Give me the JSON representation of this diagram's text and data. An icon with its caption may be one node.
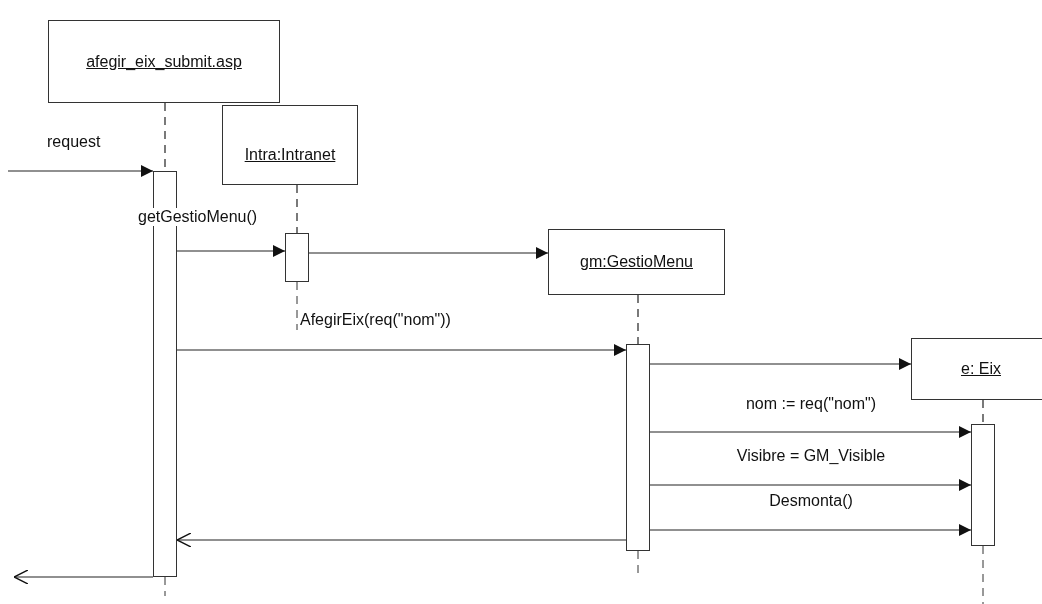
{
  "diagram": {
    "nodes": [
      {
        "text": [
          "afegir_eix_submit.asp"
        ]
      },
      {
        "text": [
          "Intra:Intranet"
        ]
      },
      {
        "text": [
          "gm:GestioMenu"
        ]
      },
      {
        "text": [
          "e: Eix"
        ]
      },
      {
        "text": [],
        "shape": "bar"
      },
      {
        "text": [],
        "shape": "bar"
      },
      {
        "text": [],
        "shape": "bar"
      },
      {
        "text": [],
        "shape": "bar"
      }
    ],
    "edges": [
      {
        "from": 0,
        "to": 4,
        "arrow": "none",
        "style": "dashed"
      },
      {
        "from": 1,
        "to": 5,
        "arrow": "none",
        "style": "dashed"
      },
      {
        "from": 2,
        "to": 6,
        "arrow": "none",
        "style": "dashed"
      },
      {
        "from": 3,
        "to": 7,
        "arrow": "none",
        "style": "dashed"
      },
      {
        "from": null,
        "to": 4,
        "arrow": "to",
        "label": "request"
      },
      {
        "from": 4,
        "to": 5,
        "arrow": "to",
        "label": "getGestioMenu()"
      },
      {
        "from": 5,
        "to": 2,
        "arrow": "to"
      },
      {
        "from": 4,
        "to": 6,
        "arrow": "to",
        "label": "AfegirEix(req(\"nom\"))"
      },
      {
        "from": 6,
        "to": 3,
        "arrow": "to"
      },
      {
        "from": 6,
        "to": 7,
        "arrow": "to",
        "label": "nom := req(\"nom\")"
      },
      {
        "from": 6,
        "to": 7,
        "arrow": "to",
        "label": "Visibre = GM_Visible"
      },
      {
        "from": 6,
        "to": 7,
        "arrow": "to",
        "label": "Desmonta()"
      },
      {
        "from": 6,
        "to": 4,
        "arrow": "to"
      },
      {
        "from": 4,
        "to": null,
        "arrow": "to"
      }
    ]
  }
}
